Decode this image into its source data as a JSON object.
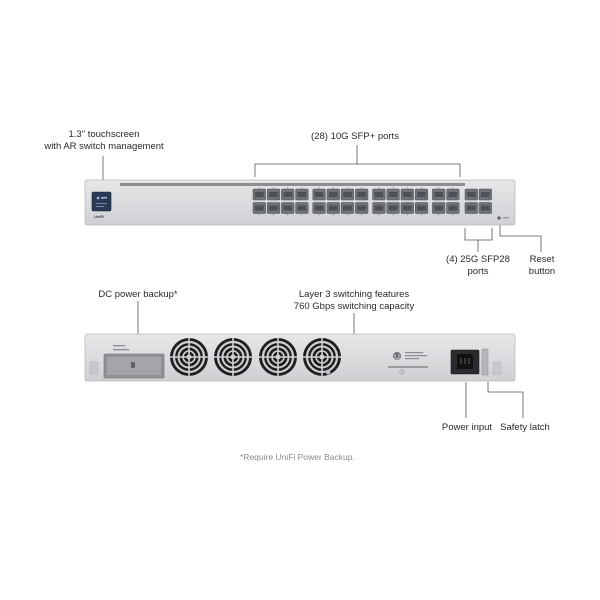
{
  "callouts": {
    "touchscreen": {
      "line1": "1.3\" touchscreen",
      "line2": "with AR switch management"
    },
    "sfp_plus": {
      "text": "(28) 10G SFP+ ports"
    },
    "sfp28": {
      "line1": "(4) 25G SFP28",
      "line2": "ports"
    },
    "reset": {
      "line1": "Reset",
      "line2": "button"
    },
    "dc_power": {
      "text": "DC power backup*"
    },
    "layer3": {
      "line1": "Layer 3 switching features",
      "line2": "760 Gbps switching capacity"
    },
    "power_input": {
      "text": "Power input"
    },
    "safety_latch": {
      "text": "Safety latch"
    }
  },
  "device": {
    "front_logo": "UniFi"
  },
  "footnote": "*Require UniFi Power Backup.",
  "colors": {
    "chassis": "#d9dadc",
    "chassis_edge": "#b9bbbe",
    "port": "#6f7277",
    "port_dark": "#4d5055",
    "screen": "#2b3a52",
    "fan": "#1f1f21",
    "callout_line": "#555555"
  }
}
